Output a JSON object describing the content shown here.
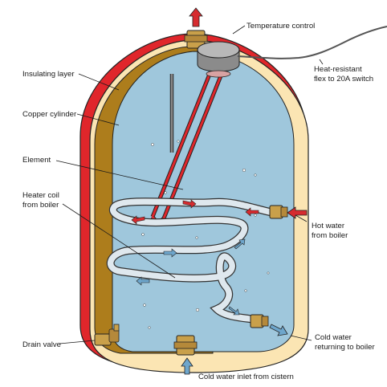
{
  "labels": {
    "temperature_control": "Temperature control",
    "heat_resistant_flex_line1": "Heat-resistant",
    "heat_resistant_flex_line2": "flex to 20A switch",
    "insulating_layer": "Insulating layer",
    "copper_cylinder": "Copper cylinder",
    "element": "Element",
    "heater_coil_line1": "Heater coil",
    "heater_coil_line2": "from boiler",
    "hot_water_line1": "Hot water",
    "hot_water_line2": "from boiler",
    "cold_water_return_line1": "Cold water",
    "cold_water_return_line2": "returning to boiler",
    "drain_valve": "Drain valve",
    "cold_water_inlet": "Cold water inlet from cistern"
  },
  "colors": {
    "insulation_red": "#e0262b",
    "insulation_cream": "#fbe5b3",
    "copper": "#ad7d1c",
    "water": "#9fc7dc",
    "coil": "#dfe8ee",
    "hot_arrow": "#d62b2f",
    "cold_arrow": "#6ea6cc",
    "brass": "#c9a04a",
    "control_grey": "#9c9c9c",
    "outline": "#222222"
  }
}
